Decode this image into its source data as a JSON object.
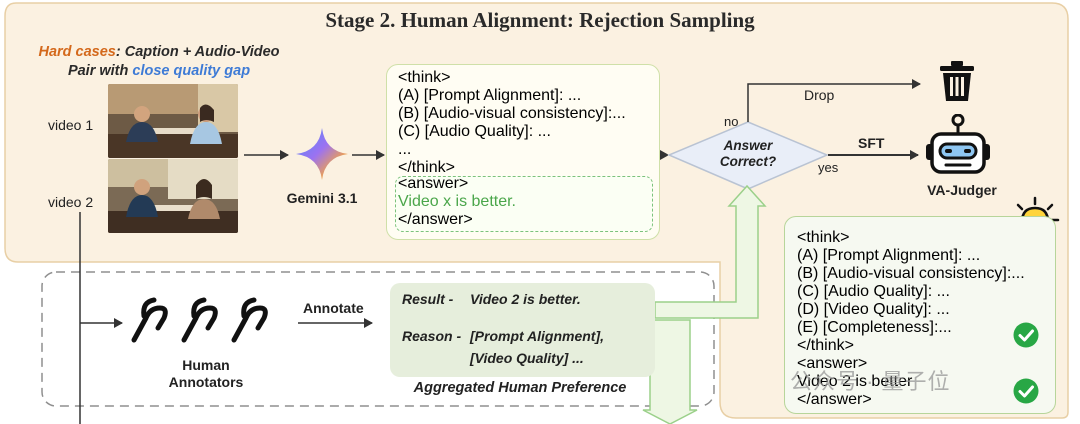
{
  "title": "Stage 2. Human Alignment: Rejection Sampling",
  "hard_cases": {
    "prefix": "Hard cases",
    "middle": ": Caption + Audio-Video Pair with ",
    "highlight": "close quality gap"
  },
  "videos": {
    "video1_label": "video 1",
    "video2_label": "video 2"
  },
  "gemini": {
    "label": "Gemini 3.1"
  },
  "gemini_output": {
    "think_open": "<think>",
    "line_a": "(A) [Prompt Alignment]: ...",
    "line_b": "(B) [Audio-visual consistency]:...",
    "line_c": "(C) [Audio Quality]: ...",
    "ellipsis": "...",
    "think_close": "</think>",
    "answer_open": "<answer>",
    "answer_text": "Video x is better.",
    "answer_close": "</answer>"
  },
  "decision": {
    "label": "Answer Correct?",
    "no_label": "no",
    "yes_label": "yes",
    "drop_label": "Drop",
    "sft_label": "SFT"
  },
  "judge": {
    "label": "VA-Judger",
    "think_open": "<think>",
    "line_a": "(A) [Prompt Alignment]: ...",
    "line_b": "(B) [Audio-visual consistency]:...",
    "line_c": "(C) [Audio Quality]: ...",
    "line_d": "(D) [Video Quality]: ...",
    "line_e": "(E) [Completeness]:...",
    "think_close": "</think>",
    "answer_open": "<answer>",
    "answer_text": "Video 2 is better",
    "answer_close": "</answer>"
  },
  "human": {
    "annotate_label": "Annotate",
    "label": "Human Annotators"
  },
  "human_preference": {
    "result_label": "Result -",
    "result_text": "Video 2 is better.",
    "reason_label": "Reason -",
    "reason_line1": "[Prompt Alignment],",
    "reason_line2": "[Video Quality] ...",
    "caption": "Aggregated Human Preference"
  },
  "watermark": "公众号 · 量子位",
  "colors": {
    "stage_panel": "#fbf1e1",
    "stage_border": "#e8cfa5",
    "orange_accent": "#d4691c",
    "blue_accent": "#3e7bd6",
    "green_accent": "#4aa64a",
    "robot_blue": "#8ec6f2",
    "bulb_yellow": "#ffd43b",
    "check_green": "#28a745"
  },
  "icons": [
    "gemini-sparkle-icon",
    "trash-icon",
    "robot-icon",
    "lightbulb-icon",
    "checkmark-icon",
    "human-annotator-icon"
  ]
}
